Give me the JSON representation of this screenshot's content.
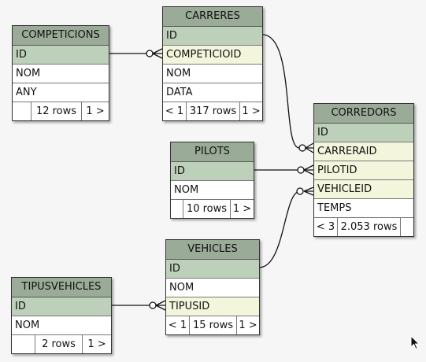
{
  "entities": {
    "competicions": {
      "title": "COMPETICIONS",
      "fields": [
        "ID",
        "NOM",
        "ANY"
      ],
      "footer": {
        "prev": "",
        "rows": "12 rows",
        "next": "1 >"
      }
    },
    "carreres": {
      "title": "CARRERES",
      "fields": [
        "ID",
        "COMPETICIOID",
        "NOM",
        "DATA"
      ],
      "footer": {
        "prev": "< 1",
        "rows": "317 rows",
        "next": "1 >"
      }
    },
    "pilots": {
      "title": "PILOTS",
      "fields": [
        "ID",
        "NOM"
      ],
      "footer": {
        "prev": "",
        "rows": "10 rows",
        "next": "1 >"
      }
    },
    "corredors": {
      "title": "CORREDORS",
      "fields": [
        "ID",
        "CARRERAID",
        "PILOTID",
        "VEHICLEID",
        "TEMPS"
      ],
      "footer": {
        "prev": "< 3",
        "rows": "2.053 rows",
        "next": ""
      }
    },
    "vehicles": {
      "title": "VEHICLES",
      "fields": [
        "ID",
        "NOM",
        "TIPUSID"
      ],
      "footer": {
        "prev": "< 1",
        "rows": "15 rows",
        "next": "1 >"
      }
    },
    "tipusvehicles": {
      "title": "TIPUSVEHICLES",
      "fields": [
        "ID",
        "NOM"
      ],
      "footer": {
        "prev": "",
        "rows": "2 rows",
        "next": "1 >"
      }
    }
  },
  "relationships": [
    {
      "from": "competicions.ID",
      "to": "carreres.COMPETICIOID",
      "cardinality": "one-to-many"
    },
    {
      "from": "carreres.ID",
      "to": "corredors.CARRERAID",
      "cardinality": "one-to-many"
    },
    {
      "from": "pilots.ID",
      "to": "corredors.PILOTID",
      "cardinality": "one-to-many"
    },
    {
      "from": "vehicles.ID",
      "to": "corredors.VEHICLEID",
      "cardinality": "one-to-many"
    },
    {
      "from": "tipusvehicles.ID",
      "to": "vehicles.TIPUSID",
      "cardinality": "one-to-many"
    }
  ],
  "colors": {
    "header": "#9aab97",
    "primary_key_row": "#bdd0b9",
    "foreign_key_row": "#f3f6dc",
    "row": "#ffffff",
    "background": "#f6f6f6"
  }
}
